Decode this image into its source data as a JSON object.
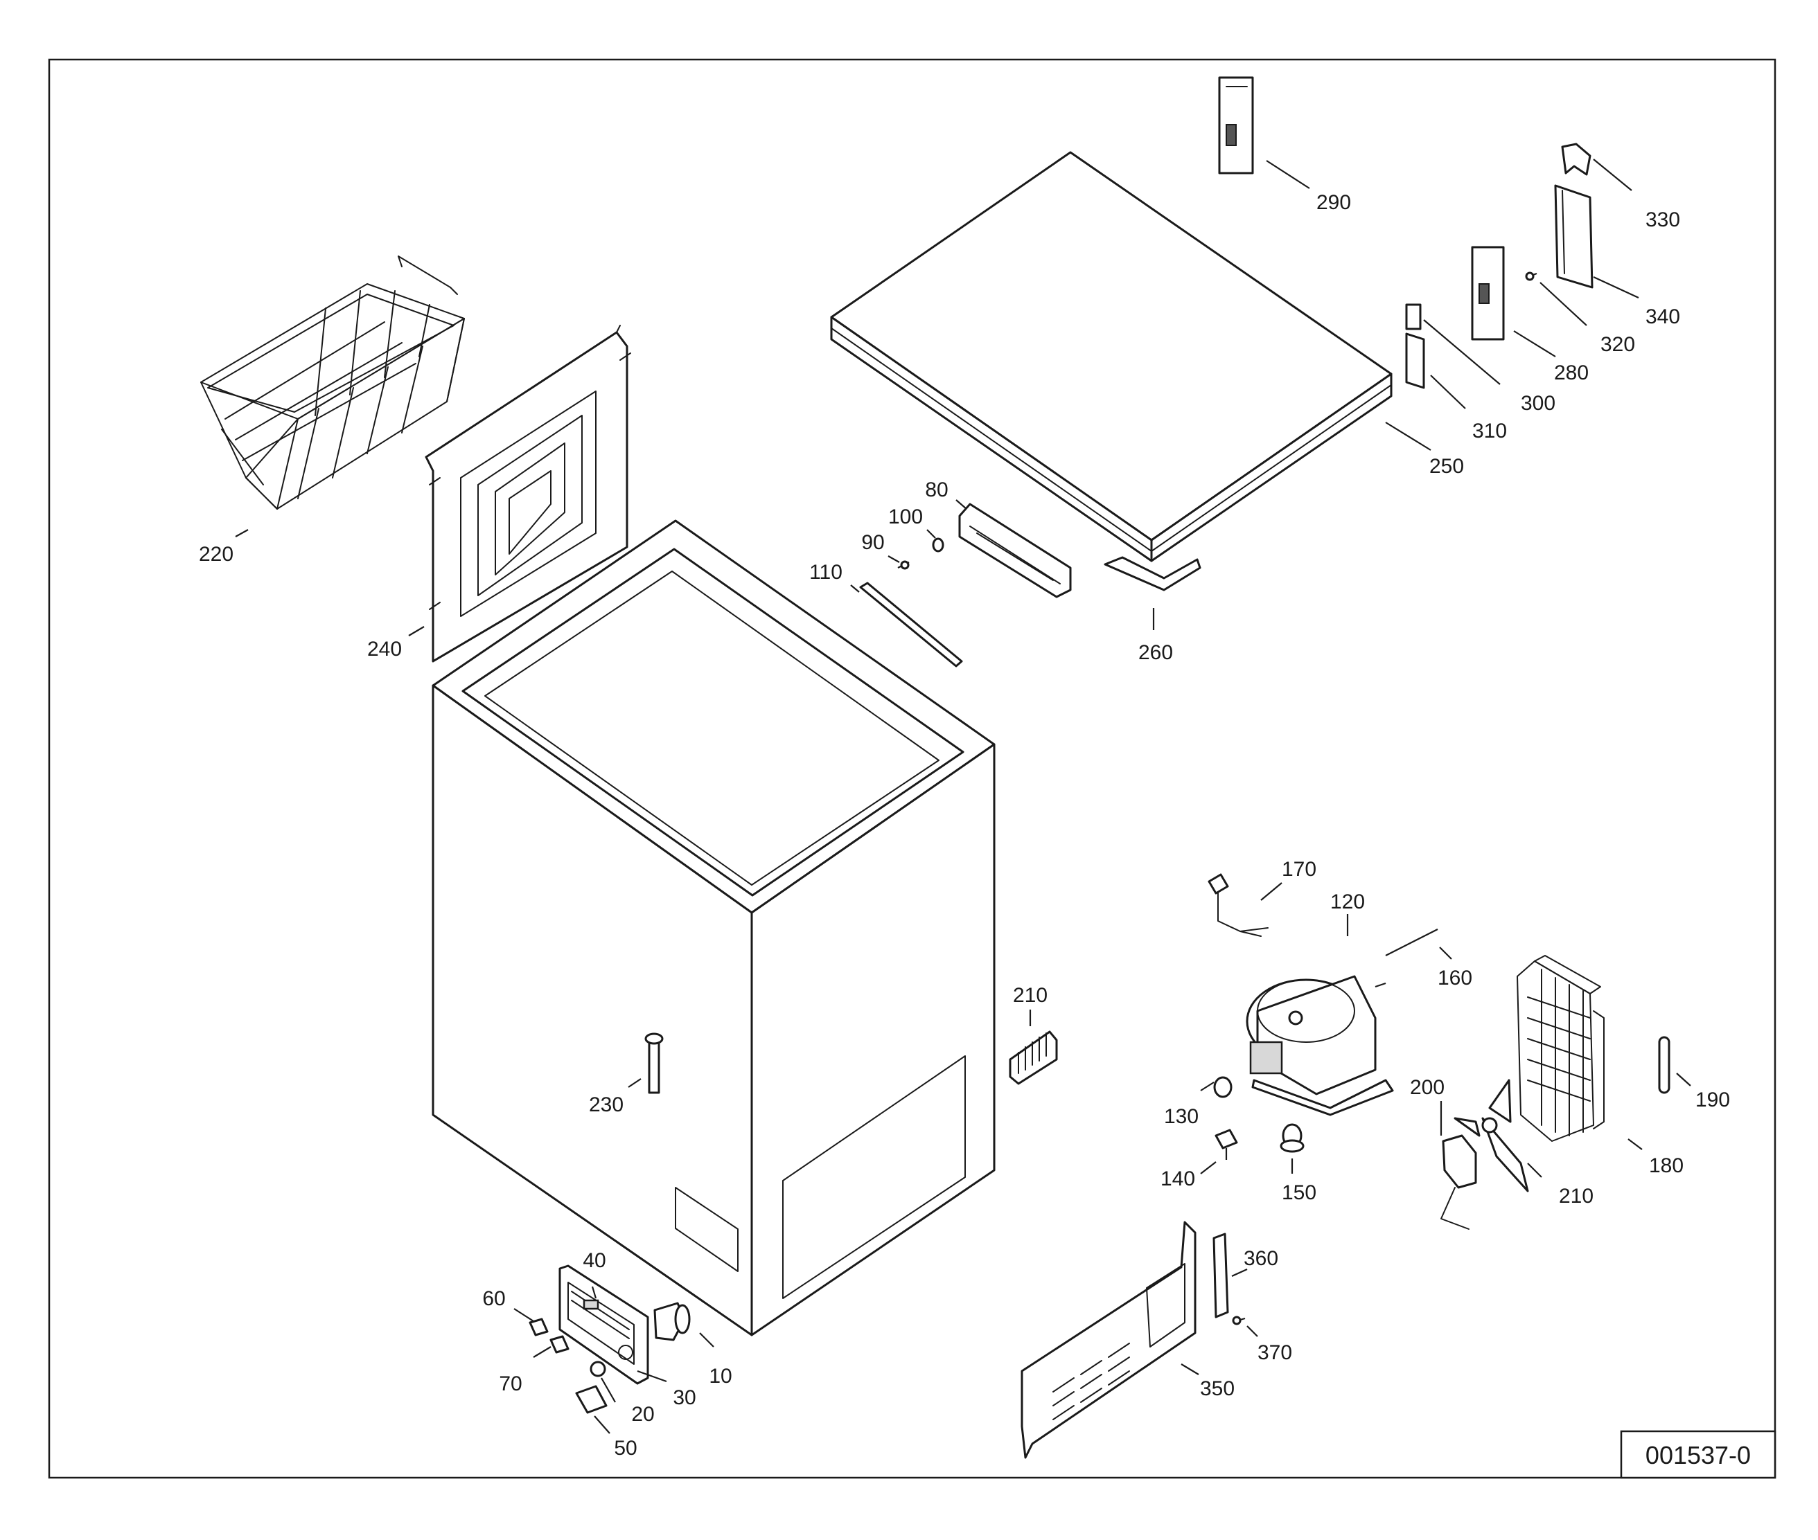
{
  "diagram": {
    "drawing_number": "001537-0",
    "part_labels": {
      "p10": "10",
      "p20": "20",
      "p30": "30",
      "p40": "40",
      "p50": "50",
      "p60": "60",
      "p70": "70",
      "p80": "80",
      "p90": "90",
      "p100": "100",
      "p110": "110",
      "p120": "120",
      "p130": "130",
      "p140": "140",
      "p150": "150",
      "p160": "160",
      "p170": "170",
      "p180": "180",
      "p190": "190",
      "p200": "200",
      "p210a": "210",
      "p210b": "210",
      "p220": "220",
      "p230": "230",
      "p240": "240",
      "p250": "250",
      "p260": "260",
      "p280": "280",
      "p290": "290",
      "p300": "300",
      "p310": "310",
      "p320": "320",
      "p330": "330",
      "p340": "340",
      "p350": "350",
      "p360": "360",
      "p370": "370"
    }
  }
}
